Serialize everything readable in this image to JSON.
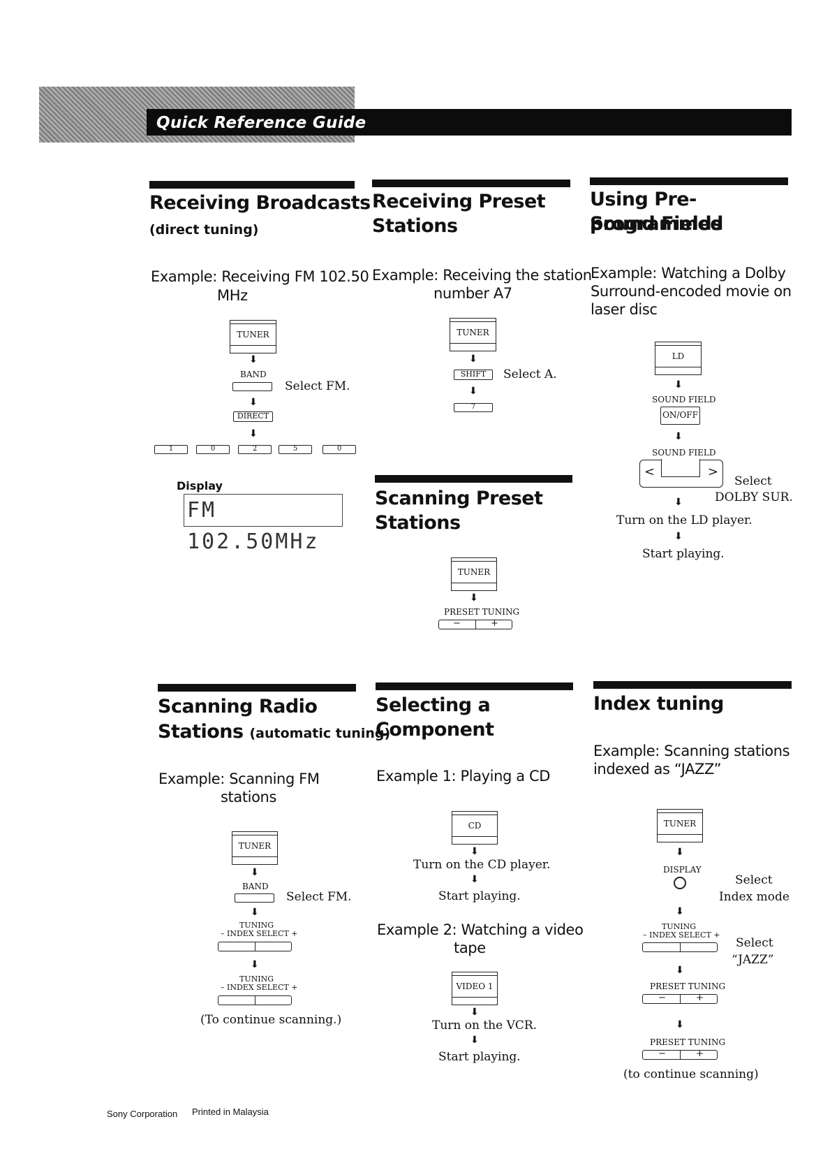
{
  "header": {
    "title": "Quick Reference Guide"
  },
  "s1": {
    "title": "Receiving Broadcasts",
    "subtitle": "(direct tuning)",
    "example_l1": "Example: Receiving FM 102.50",
    "example_l2": "MHz",
    "tuner": "TUNER",
    "band": "BAND",
    "select_fm": "Select FM.",
    "direct": "DIRECT",
    "keys": [
      "1",
      "0",
      "2",
      "5",
      "0"
    ],
    "display_label": "Display",
    "display_value": "FM  102.50MHz"
  },
  "s2": {
    "title_l1": "Receiving Preset",
    "title_l2": "Stations",
    "example_l1": "Example: Receiving the station",
    "example_l2": "number A7",
    "tuner": "TUNER",
    "shift": "SHIFT",
    "select_a": "Select A.",
    "key7": "7"
  },
  "s3": {
    "title_l1": "Scanning Preset",
    "title_l2": "Stations",
    "tuner": "TUNER",
    "preset_tuning": "PRESET TUNING",
    "minus": "−",
    "plus": "+"
  },
  "s4": {
    "title_l1": "Using Pre-programmed",
    "title_l2": "Sound Fields",
    "example_l1": "Example: Watching a Dolby",
    "example_l2": "Surround-encoded movie on",
    "example_l3": "laser disc",
    "ld": "LD",
    "sound_field": "SOUND FIELD",
    "on_off": "ON/OFF",
    "sound_field2": "SOUND FIELD",
    "lt": "<",
    "gt": ">",
    "select": "Select",
    "dolby": "DOLBY SUR.",
    "turn_on": "Turn on the LD player.",
    "start": "Start playing."
  },
  "s5": {
    "title_l1": "Scanning Radio",
    "title_l2": "Stations",
    "title_l2_small": "(automatic tuning)",
    "example_l1": "Example: Scanning FM",
    "example_l2": "stations",
    "tuner": "TUNER",
    "band": "BAND",
    "select_fm": "Select FM.",
    "tuning": "TUNING",
    "index_select": "– INDEX SELECT +",
    "tuning2": "TUNING",
    "index_select2": "– INDEX SELECT +",
    "continue": "(To continue scanning.)"
  },
  "s6": {
    "title_l1": "Selecting a",
    "title_l2": "Component",
    "example1": "Example 1:  Playing a CD",
    "cd": "CD",
    "turn_on_cd": "Turn on the CD player.",
    "start1": "Start playing.",
    "example2_l1": "Example 2:  Watching a video",
    "example2_l2": "tape",
    "video": "VIDEO 1",
    "turn_on_vcr": "Turn on the VCR.",
    "start2": "Start playing."
  },
  "s7": {
    "title": "Index tuning",
    "example_l1": "Example: Scanning stations",
    "example_l2": "indexed as “JAZZ”",
    "tuner": "TUNER",
    "display": "DISPLAY",
    "select1": "Select",
    "index_mode": "Index mode",
    "tuning": "TUNING",
    "index_select": "– INDEX SELECT +",
    "select2": "Select",
    "jazz": "“JAZZ”",
    "preset_tuning": "PRESET TUNING",
    "preset_tuning2": "PRESET TUNING",
    "minus": "−",
    "plus": "+",
    "continue": "(to continue scanning)"
  },
  "footer": {
    "company": "Sony Corporation",
    "printed": "Printed in Malaysia"
  }
}
